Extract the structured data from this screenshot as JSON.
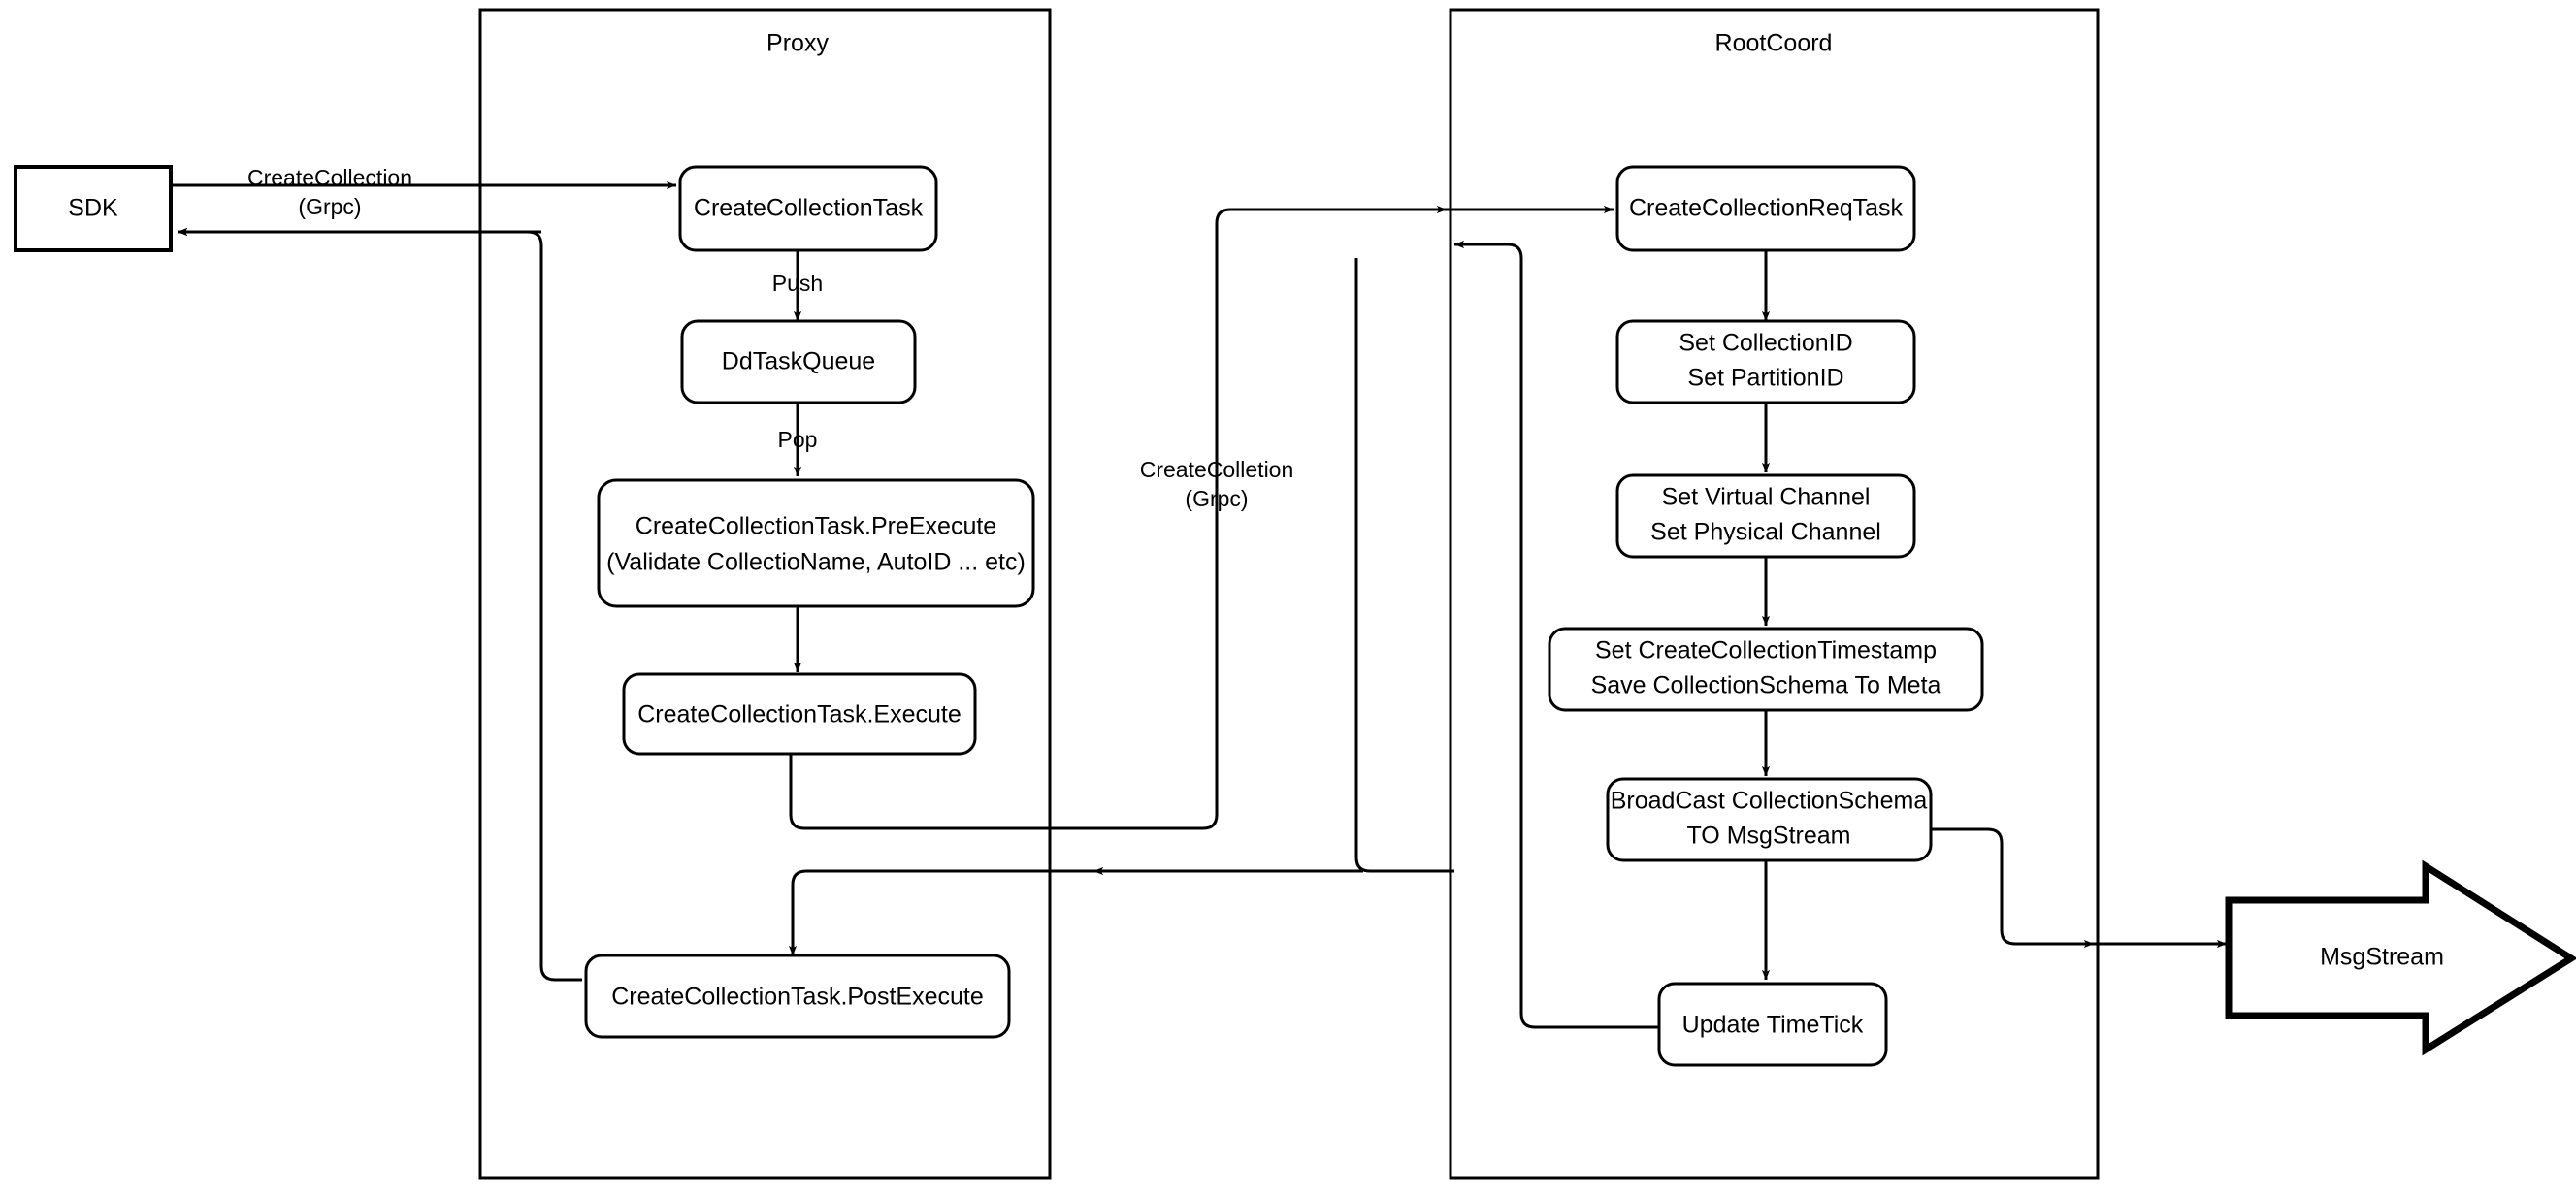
{
  "diagram": {
    "type": "flowchart",
    "title": "CreateCollection request flow",
    "background_color": "#ffffff",
    "stroke_color": "#000000",
    "fill_color": "#ffffff"
  },
  "containers": [
    {
      "id": "proxy",
      "label": "Proxy"
    },
    {
      "id": "rootcoord",
      "label": "RootCoord"
    }
  ],
  "external_nodes": [
    {
      "id": "sdk",
      "label": "SDK",
      "shape": "rectangle"
    },
    {
      "id": "msgstream",
      "label": "MsgStream",
      "shape": "block-arrow"
    }
  ],
  "proxy_nodes": [
    {
      "id": "create-collection-task",
      "label": "CreateCollectionTask",
      "shape": "rounded-rectangle"
    },
    {
      "id": "dd-task-queue",
      "label": "DdTaskQueue",
      "shape": "rounded-rectangle"
    },
    {
      "id": "pre-execute",
      "label_line1": "CreateCollectionTask.PreExecute",
      "label_line2": "(Validate CollectioName, AutoID ... etc)",
      "shape": "rounded-rectangle"
    },
    {
      "id": "execute",
      "label": "CreateCollectionTask.Execute",
      "shape": "rounded-rectangle"
    },
    {
      "id": "post-execute",
      "label": "CreateCollectionTask.PostExecute",
      "shape": "rounded-rectangle"
    }
  ],
  "rootcoord_nodes": [
    {
      "id": "create-collection-req-task",
      "label": "CreateCollectionReqTask",
      "shape": "rounded-rectangle"
    },
    {
      "id": "set-ids",
      "label_line1": "Set CollectionID",
      "label_line2": "Set PartitionID",
      "shape": "rounded-rectangle"
    },
    {
      "id": "set-channels",
      "label_line1": "Set Virtual Channel",
      "label_line2": "Set Physical Channel",
      "shape": "rounded-rectangle"
    },
    {
      "id": "save-meta",
      "label_line1": "Set CreateCollectionTimestamp",
      "label_line2": "Save CollectionSchema To Meta",
      "shape": "rounded-rectangle"
    },
    {
      "id": "broadcast",
      "label_line1": "BroadCast CollectionSchema",
      "label_line2": "TO MsgStream",
      "shape": "rounded-rectangle"
    },
    {
      "id": "update-timetick",
      "label": "Update TimeTick",
      "shape": "rounded-rectangle"
    }
  ],
  "edge_labels": {
    "sdk_to_proxy_line1": "CreateCollection",
    "sdk_to_proxy_line2": "(Grpc)",
    "push": "Push",
    "pop": "Pop",
    "proxy_to_rootcoord_line1": "CreateColletion",
    "proxy_to_rootcoord_line2": "(Grpc)"
  },
  "edges": [
    {
      "from": "sdk",
      "to": "create-collection-task",
      "label": "CreateCollection (Grpc)"
    },
    {
      "from": "create-collection-task",
      "to": "dd-task-queue",
      "label": "Push"
    },
    {
      "from": "dd-task-queue",
      "to": "pre-execute",
      "label": "Pop"
    },
    {
      "from": "pre-execute",
      "to": "execute",
      "label": ""
    },
    {
      "from": "execute",
      "to": "create-collection-req-task",
      "label": "CreateColletion (Grpc)"
    },
    {
      "from": "create-collection-req-task",
      "to": "set-ids",
      "label": ""
    },
    {
      "from": "set-ids",
      "to": "set-channels",
      "label": ""
    },
    {
      "from": "set-channels",
      "to": "save-meta",
      "label": ""
    },
    {
      "from": "save-meta",
      "to": "broadcast",
      "label": ""
    },
    {
      "from": "broadcast",
      "to": "update-timetick",
      "label": ""
    },
    {
      "from": "broadcast",
      "to": "msgstream",
      "label": ""
    },
    {
      "from": "update-timetick",
      "to": "post-execute",
      "label": ""
    },
    {
      "from": "post-execute",
      "to": "sdk",
      "label": ""
    }
  ]
}
